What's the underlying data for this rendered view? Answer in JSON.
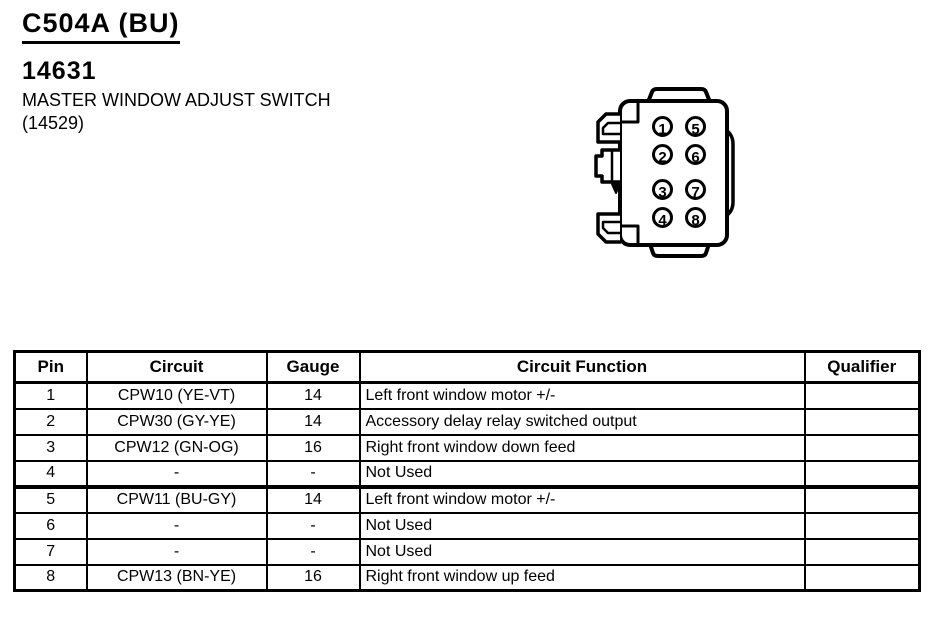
{
  "header": {
    "connector_id": "C504A (BU)",
    "part_number": "14631",
    "component_name": "MASTER WINDOW ADJUST SWITCH",
    "component_code": "(14529)"
  },
  "connector": {
    "pins": [
      "1",
      "2",
      "3",
      "4",
      "5",
      "6",
      "7",
      "8"
    ]
  },
  "table": {
    "headers": [
      "Pin",
      "Circuit",
      "Gauge",
      "Circuit Function",
      "Qualifier"
    ],
    "rows": [
      {
        "pin": "1",
        "circuit": "CPW10 (YE-VT)",
        "gauge": "14",
        "function": "Left front window motor +/-",
        "qualifier": ""
      },
      {
        "pin": "2",
        "circuit": "CPW30 (GY-YE)",
        "gauge": "14",
        "function": "Accessory delay relay switched output",
        "qualifier": ""
      },
      {
        "pin": "3",
        "circuit": "CPW12 (GN-OG)",
        "gauge": "16",
        "function": "Right front window down feed",
        "qualifier": ""
      },
      {
        "pin": "4",
        "circuit": "-",
        "gauge": "-",
        "function": "Not Used",
        "qualifier": ""
      },
      {
        "pin": "5",
        "circuit": "CPW11 (BU-GY)",
        "gauge": "14",
        "function": "Left front window motor +/-",
        "qualifier": ""
      },
      {
        "pin": "6",
        "circuit": "-",
        "gauge": "-",
        "function": "Not Used",
        "qualifier": ""
      },
      {
        "pin": "7",
        "circuit": "-",
        "gauge": "-",
        "function": "Not Used",
        "qualifier": ""
      },
      {
        "pin": "8",
        "circuit": "CPW13 (BN-YE)",
        "gauge": "16",
        "function": "Right front window up feed",
        "qualifier": ""
      }
    ]
  },
  "colors": {
    "ink": "#000000",
    "paper": "#ffffff"
  }
}
